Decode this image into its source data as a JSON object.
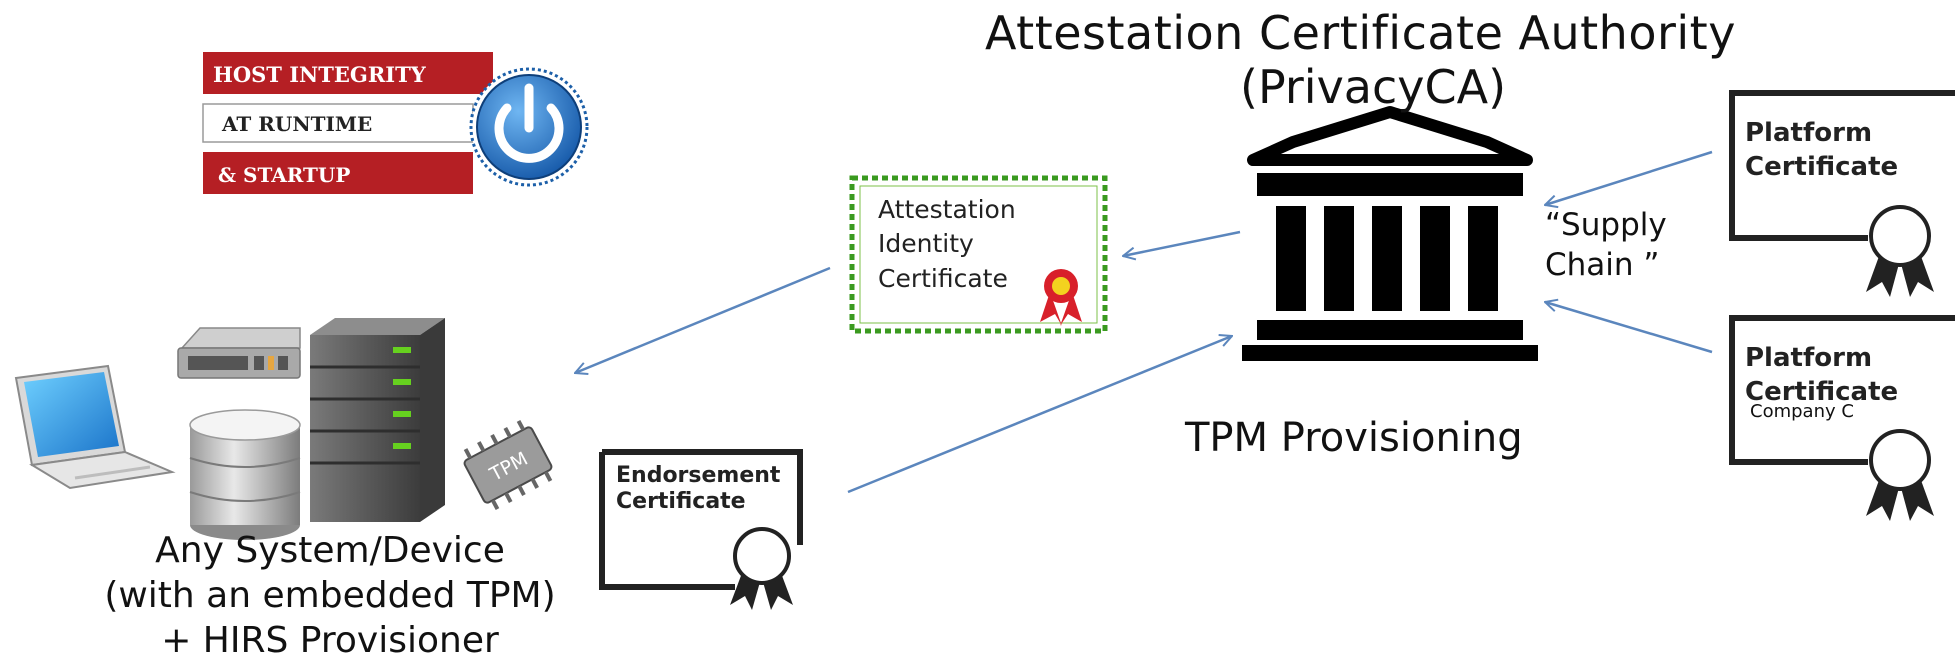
{
  "logo": {
    "line1": "HOST INTEGRITY",
    "line2": "AT RUNTIME",
    "line3": "& STARTUP"
  },
  "authority": {
    "title_line1": "Attestation Certificate Authority",
    "title_line2": "(PrivacyCA)",
    "caption": "TPM Provisioning"
  },
  "aic": {
    "line1": "Attestation",
    "line2": "Identity",
    "line3": "Certificate"
  },
  "endorsement": {
    "line1": "Endorsement",
    "line2": "Certificate"
  },
  "platform_top": {
    "line1": "Platform",
    "line2": "Certificate"
  },
  "platform_bottom": {
    "line1": "Platform",
    "line2": "Certificate",
    "company": "Company C"
  },
  "supply_chain": {
    "line1": "“Supply",
    "line2": "Chain ”"
  },
  "device": {
    "line1": "Any System/Device",
    "line2": "(with an embedded TPM)",
    "line3": "+ HIRS Provisioner",
    "chip_label": "TPM"
  },
  "colors": {
    "arrow": "#5b86bd",
    "logo_red": "#b51f24",
    "aic_border": "#3a9a1f",
    "power_blue": "#1c6ab8"
  }
}
